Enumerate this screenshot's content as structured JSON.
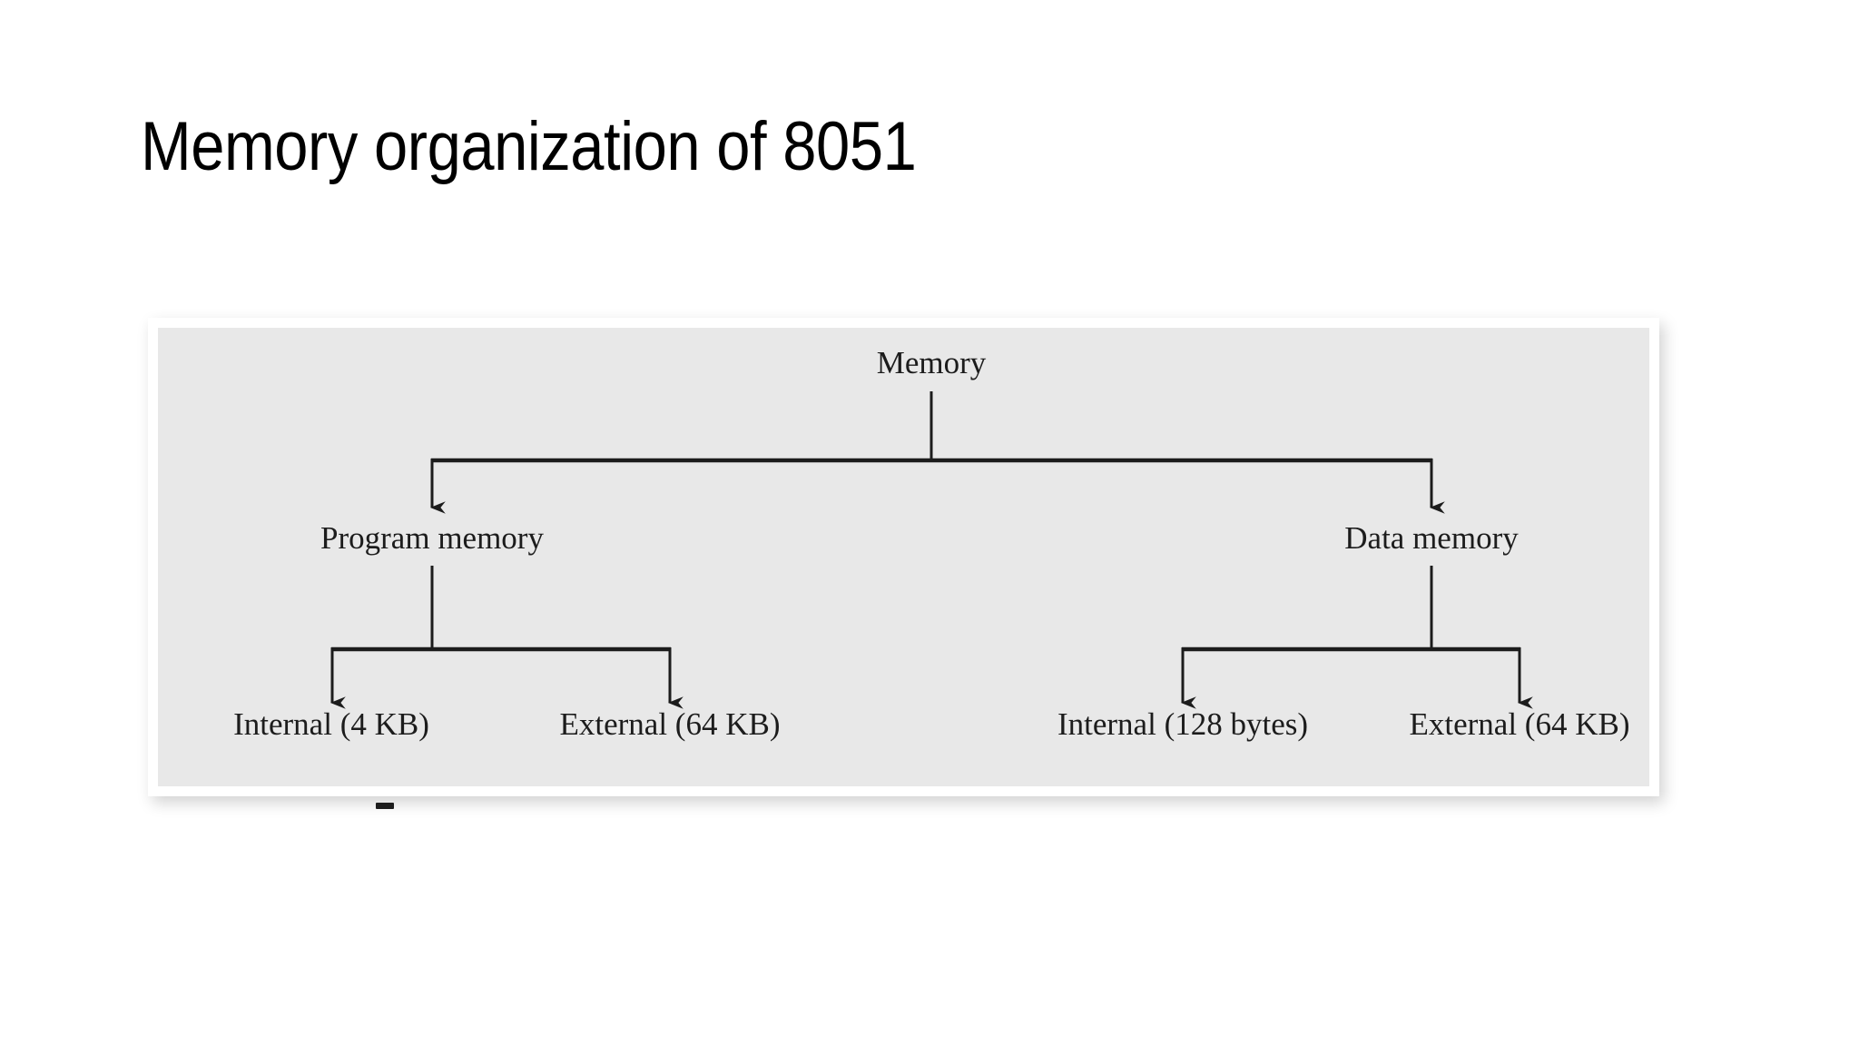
{
  "slide": {
    "title": "Memory organization of 8051",
    "background_color": "#ffffff",
    "title_color": "#000000"
  },
  "figure": {
    "plate_color": "#e8e8e8",
    "frame_color": "#ffffff",
    "line_color": "#1c1c1c",
    "stray_mark": "-"
  },
  "chart_data": {
    "type": "diagram",
    "diagram_kind": "tree",
    "title": "Memory organization of 8051",
    "orientation": "top-down",
    "levels": 3,
    "root": {
      "id": "memory",
      "label": "Memory",
      "children": [
        {
          "id": "program-memory",
          "label": "Program memory",
          "children": [
            {
              "id": "program-internal",
              "label": "Internal (4 KB)",
              "size": "4 KB",
              "scope": "Internal"
            },
            {
              "id": "program-external",
              "label": "External (64 KB)",
              "size": "64 KB",
              "scope": "External"
            }
          ]
        },
        {
          "id": "data-memory",
          "label": "Data memory",
          "children": [
            {
              "id": "data-internal",
              "label": "Internal (128 bytes)",
              "size": "128 bytes",
              "scope": "Internal"
            },
            {
              "id": "data-external",
              "label": "External (64 KB)",
              "size": "64 KB",
              "scope": "External"
            }
          ]
        }
      ]
    },
    "nodes": [
      {
        "id": "memory",
        "label": "Memory",
        "level": 0
      },
      {
        "id": "program-memory",
        "label": "Program memory",
        "level": 1
      },
      {
        "id": "data-memory",
        "label": "Data memory",
        "level": 1
      },
      {
        "id": "program-internal",
        "label": "Internal (4 KB)",
        "level": 2
      },
      {
        "id": "program-external",
        "label": "External (64 KB)",
        "level": 2
      },
      {
        "id": "data-internal",
        "label": "Internal (128 bytes)",
        "level": 2
      },
      {
        "id": "data-external",
        "label": "External (64 KB)",
        "level": 2
      }
    ],
    "edges": [
      {
        "from": "memory",
        "to": "program-memory",
        "arrow": true
      },
      {
        "from": "memory",
        "to": "data-memory",
        "arrow": true
      },
      {
        "from": "program-memory",
        "to": "program-internal",
        "arrow": true
      },
      {
        "from": "program-memory",
        "to": "program-external",
        "arrow": true
      },
      {
        "from": "data-memory",
        "to": "data-internal",
        "arrow": true
      },
      {
        "from": "data-memory",
        "to": "data-external",
        "arrow": true
      }
    ]
  }
}
